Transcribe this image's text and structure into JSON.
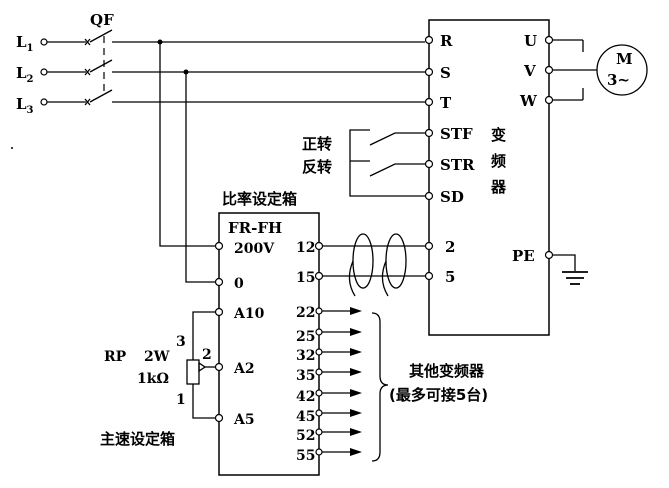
{
  "breaker": {
    "label": "QF"
  },
  "lines": [
    {
      "letter": "L",
      "sub": "1"
    },
    {
      "letter": "L",
      "sub": "2"
    },
    {
      "letter": "L",
      "sub": "3"
    }
  ],
  "inverter": {
    "inputs": [
      "R",
      "S",
      "T"
    ],
    "outputs": [
      "U",
      "V",
      "W"
    ],
    "controls": [
      "STF",
      "STR",
      "SD"
    ],
    "analog": [
      "2",
      "5"
    ],
    "ground": "PE",
    "title_chars": [
      "变",
      "频",
      "器"
    ]
  },
  "motor": {
    "line1": "M",
    "line2": "3~"
  },
  "switches": {
    "forward": "正转",
    "reverse": "反转"
  },
  "ratio_box": {
    "title": "比率设定箱",
    "model": "FR-FH",
    "power_label": "200V",
    "zero_label": "0",
    "left_terms": [
      "A10",
      "A2",
      "A5"
    ],
    "right_terms": [
      "12",
      "15",
      "22",
      "25",
      "32",
      "35",
      "42",
      "45",
      "52",
      "55"
    ]
  },
  "pot": {
    "name": "RP",
    "power": "2W",
    "resistance": "1kΩ",
    "pins": [
      "3",
      "2",
      "1"
    ]
  },
  "master_label": "主速设定箱",
  "other_inverters": {
    "line1": "其他变频器",
    "line2": "(最多可接5台)"
  }
}
